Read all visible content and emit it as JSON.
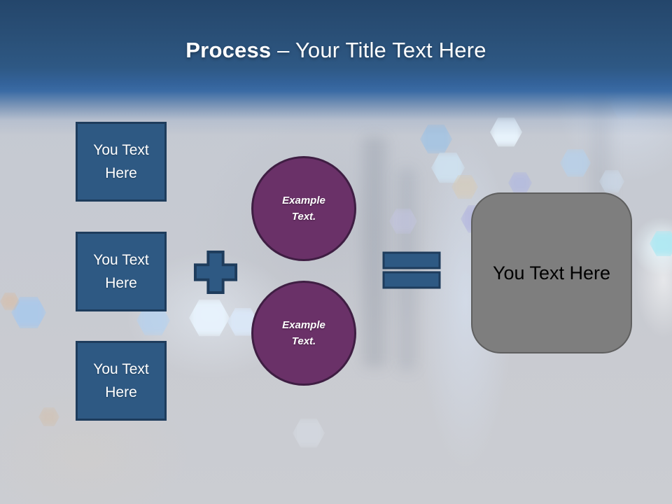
{
  "title": {
    "bold": "Process",
    "rest": "– Your Title Text Here"
  },
  "left_boxes": [
    {
      "label": "You Text Here"
    },
    {
      "label": "You Text Here"
    },
    {
      "label": "You Text Here"
    }
  ],
  "operators": {
    "plus_icon": "plus-icon",
    "equals_icon": "equals-icon"
  },
  "circles": [
    {
      "label": "Example Text."
    },
    {
      "label": "Example Text."
    }
  ],
  "result_box": {
    "label": "You Text Here"
  },
  "colors": {
    "header_top": "#24466B",
    "header_bottom": "#3A6BA4",
    "title_text": "#FFFFFF",
    "box_fill": "#2E5983",
    "box_border": "#1E3C5C",
    "box_text": "#FFFFFF",
    "circle_fill": "#6A3168",
    "circle_border": "#3F1E43",
    "circle_text": "#FFFFFF",
    "operator_fill": "#2E5983",
    "operator_border": "#1E3C5C",
    "result_fill": "#7E7E7E",
    "result_border": "#5F5F5F",
    "result_text": "#000000",
    "background": "#C7CBD2"
  }
}
